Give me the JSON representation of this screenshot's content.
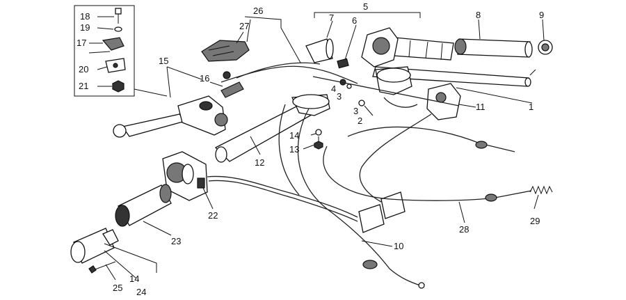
{
  "diagram": {
    "callouts": [
      {
        "id": "c1",
        "text": "1"
      },
      {
        "id": "c2",
        "text": "2"
      },
      {
        "id": "c3a",
        "text": "3"
      },
      {
        "id": "c3b",
        "text": "3"
      },
      {
        "id": "c4",
        "text": "4"
      },
      {
        "id": "c5",
        "text": "5"
      },
      {
        "id": "c6",
        "text": "6"
      },
      {
        "id": "c7",
        "text": "7"
      },
      {
        "id": "c8",
        "text": "8"
      },
      {
        "id": "c9",
        "text": "9"
      },
      {
        "id": "c10",
        "text": "10"
      },
      {
        "id": "c11",
        "text": "11"
      },
      {
        "id": "c12",
        "text": "12"
      },
      {
        "id": "c13",
        "text": "13"
      },
      {
        "id": "c14a",
        "text": "14"
      },
      {
        "id": "c14b",
        "text": "14"
      },
      {
        "id": "c15",
        "text": "15"
      },
      {
        "id": "c16",
        "text": "16"
      },
      {
        "id": "c17",
        "text": "17"
      },
      {
        "id": "c18",
        "text": "18"
      },
      {
        "id": "c19",
        "text": "19"
      },
      {
        "id": "c20",
        "text": "20"
      },
      {
        "id": "c21",
        "text": "21"
      },
      {
        "id": "c22",
        "text": "22"
      },
      {
        "id": "c23",
        "text": "23"
      },
      {
        "id": "c24",
        "text": "24"
      },
      {
        "id": "c25",
        "text": "25"
      },
      {
        "id": "c26",
        "text": "26"
      },
      {
        "id": "c27",
        "text": "27"
      },
      {
        "id": "c28",
        "text": "28"
      },
      {
        "id": "c29",
        "text": "29"
      }
    ]
  }
}
